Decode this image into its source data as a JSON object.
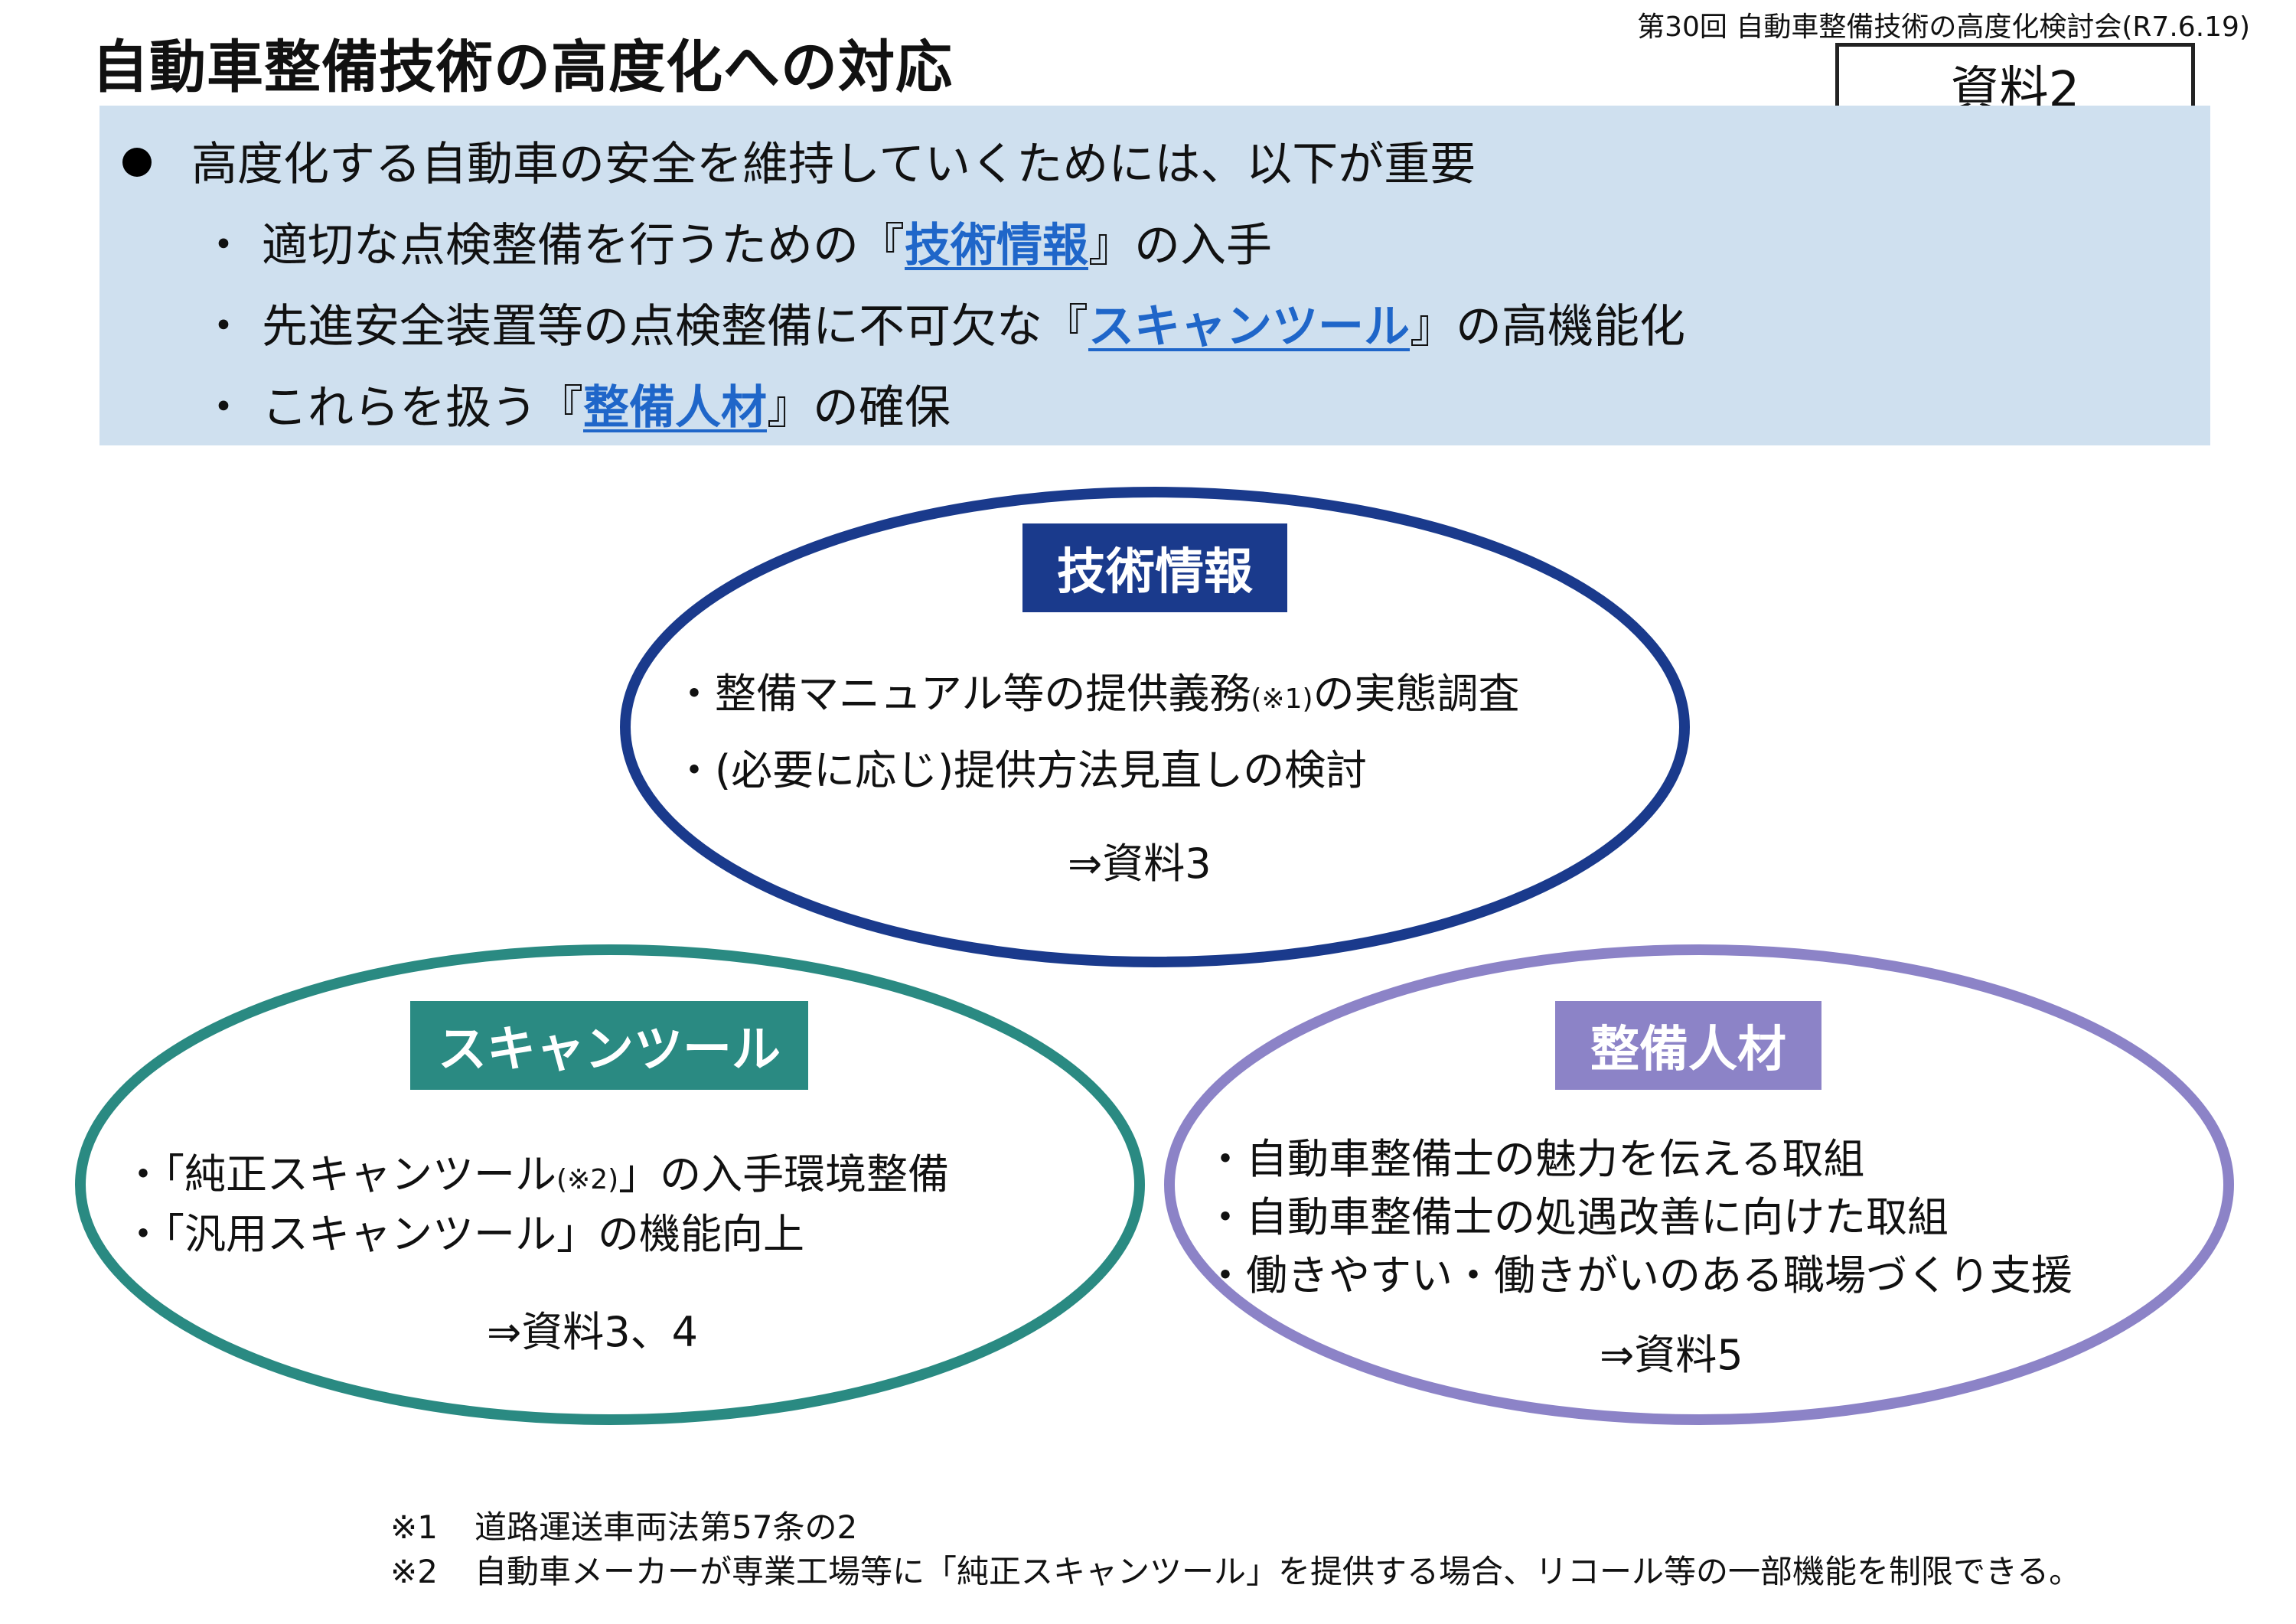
{
  "header": {
    "meeting": "第30回 自動車整備技術の高度化検討会(R7.6.19)",
    "title": "自動車整備技術の高度化への対応",
    "doc_label": "資料2"
  },
  "summary": {
    "main": "高度化する自動車の安全を維持していくためには、以下が重要",
    "sub_mark": "・",
    "items": [
      {
        "pre": "適切な点検整備を行うための『",
        "key": "技術情報",
        "post": "』の入手"
      },
      {
        "pre": "先進安全装置等の点検整備に不可欠な『",
        "key": "スキャンツール",
        "post": "』の高機能化"
      },
      {
        "pre": "これらを扱う『",
        "key": "整備人材",
        "post": "』の確保"
      }
    ]
  },
  "groups": {
    "tech": {
      "label": "技術情報",
      "item1_a": "・整備マニュアル等の提供義務",
      "item1_note": "(※1)",
      "item1_b": "の実態調査",
      "item2": "・(必要に応じ)提供方法見直しの検討",
      "ref": "⇒資料3",
      "color": "#1a3a8c"
    },
    "scan": {
      "label": "スキャンツール",
      "item1_a": "・「純正スキャンツール",
      "item1_note": "(※2)",
      "item1_b": "」の入手環境整備",
      "item2": "・「汎用スキャンツール」の機能向上",
      "ref": "⇒資料3、4",
      "color": "#2a8a82"
    },
    "hr": {
      "label": "整備人材",
      "items": [
        "・自動車整備士の魅力を伝える取組",
        "・自動車整備士の処遇改善に向けた取組",
        "・働きやすい・働きがいのある職場づくり支援"
      ],
      "ref": "⇒資料5",
      "color": "#8c83c7"
    }
  },
  "footnotes": [
    {
      "num": "※1",
      "text": "道路運送車両法第57条の2"
    },
    {
      "num": "※2",
      "text": "自動車メーカーが専業工場等に「純正スキャンツール」を提供する場合、リコール等の一部機能を制限できる。"
    }
  ]
}
